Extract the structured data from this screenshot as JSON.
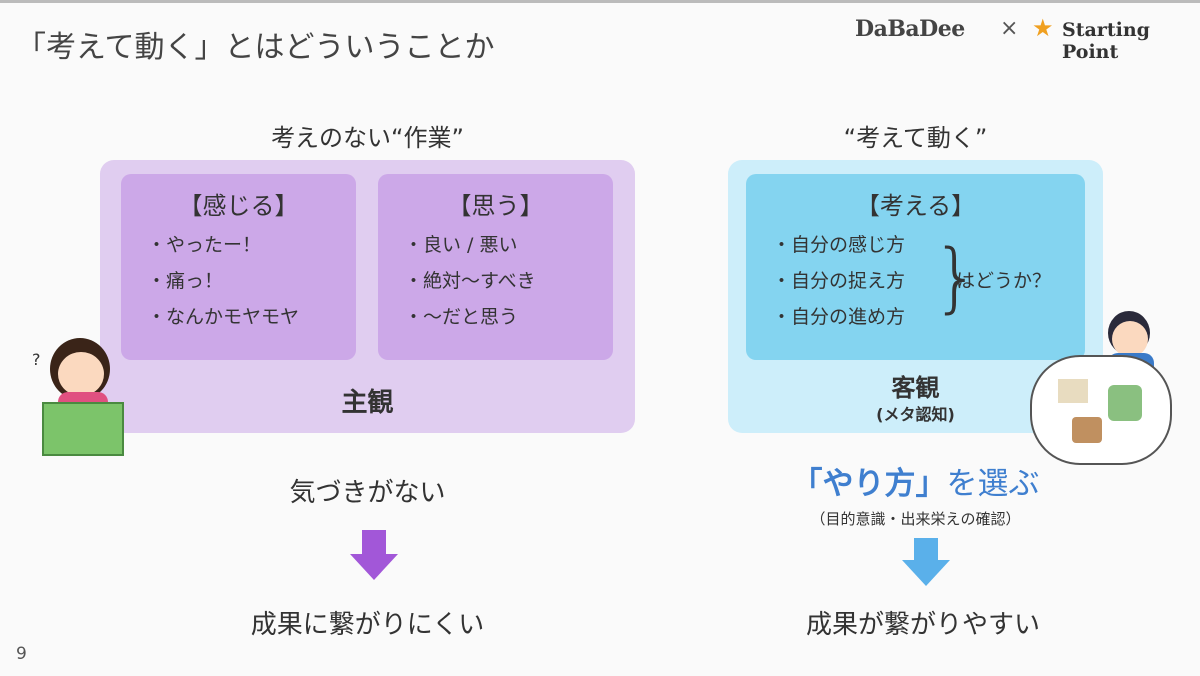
{
  "title": "「考えて動く」とはどういうことか",
  "logo": {
    "brand1": "DaBaDee",
    "times": "×",
    "brand2": "Starting Point"
  },
  "left": {
    "caption": "考えのない“作業”",
    "feel": {
      "heading": "【感じる】",
      "items": [
        "・やったー！",
        "・痛っ！",
        "・なんかモヤモヤ"
      ]
    },
    "think": {
      "heading": "【思う】",
      "items": [
        "・良い / 悪い",
        "・絶対〜すべき",
        "・〜だと思う"
      ]
    },
    "label": "主観",
    "result1": "気づきがない",
    "result2": "成果に繋がりにくい"
  },
  "right": {
    "caption": "“考えて動く”",
    "consider": {
      "heading": "【考える】",
      "items": [
        "・自分の感じ方",
        "・自分の捉え方",
        "・自分の進め方"
      ],
      "suffix": "はどうか？"
    },
    "label": "客観",
    "sublabel": "(メタ認知)",
    "choose_em": "「やり方」",
    "choose_rest": "を選ぶ",
    "choose_note": "（目的意識・出来栄えの確認）",
    "result2": "成果が繋がりやすい"
  },
  "page_number": "9",
  "colors": {
    "purple_outer": "#e0cdf0",
    "purple_inner": "#cca8e8",
    "blue_outer": "#cdeefa",
    "blue_inner": "#84d4f0",
    "purple_arrow": "#a257d8",
    "blue_arrow": "#5ab0ea",
    "blue_text": "#3f7fcf"
  }
}
